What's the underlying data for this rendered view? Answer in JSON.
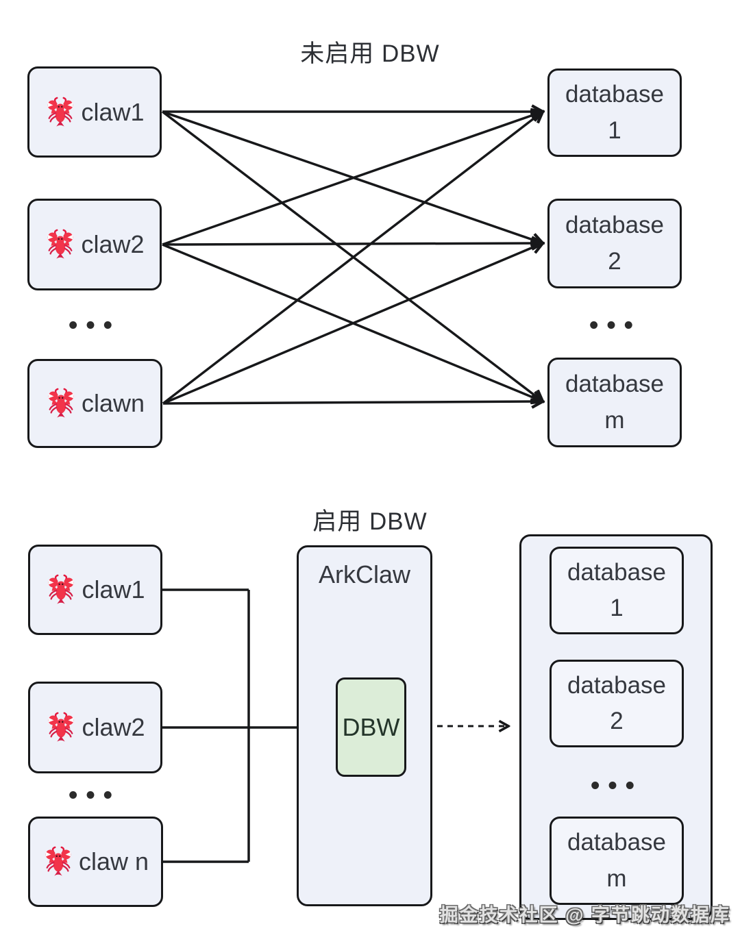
{
  "top_section": {
    "title": "未启用 DBW",
    "claws": [
      {
        "icon": "lobster-icon",
        "label": "claw1"
      },
      {
        "icon": "lobster-icon",
        "label": "claw2"
      },
      {
        "icon": "lobster-icon",
        "label": "clawn"
      }
    ],
    "databases": [
      {
        "word": "database",
        "num": "1"
      },
      {
        "word": "database",
        "num": "2"
      },
      {
        "word": "database",
        "num": "m"
      }
    ]
  },
  "bottom_section": {
    "title": "启用 DBW",
    "claws": [
      {
        "icon": "lobster-icon",
        "label": "claw1"
      },
      {
        "icon": "lobster-icon",
        "label": "claw2"
      },
      {
        "icon": "lobster-icon",
        "label": "claw n"
      }
    ],
    "proxy": {
      "label": "ArkClaw",
      "dbw_label": "DBW"
    },
    "databases": [
      {
        "word": "database",
        "num": "1"
      },
      {
        "word": "database",
        "num": "2"
      },
      {
        "word": "database",
        "num": "m"
      }
    ]
  },
  "ellipsis": "•••",
  "watermark": "掘金技术社区 @ 字节跳动数据库",
  "colors": {
    "box_fill": "#eef1f9",
    "box_border": "#17181a",
    "dbw_fill": "#dcedd8",
    "text": "#35383f",
    "lobster_red": "#f2344a",
    "background": "#ffffff"
  }
}
